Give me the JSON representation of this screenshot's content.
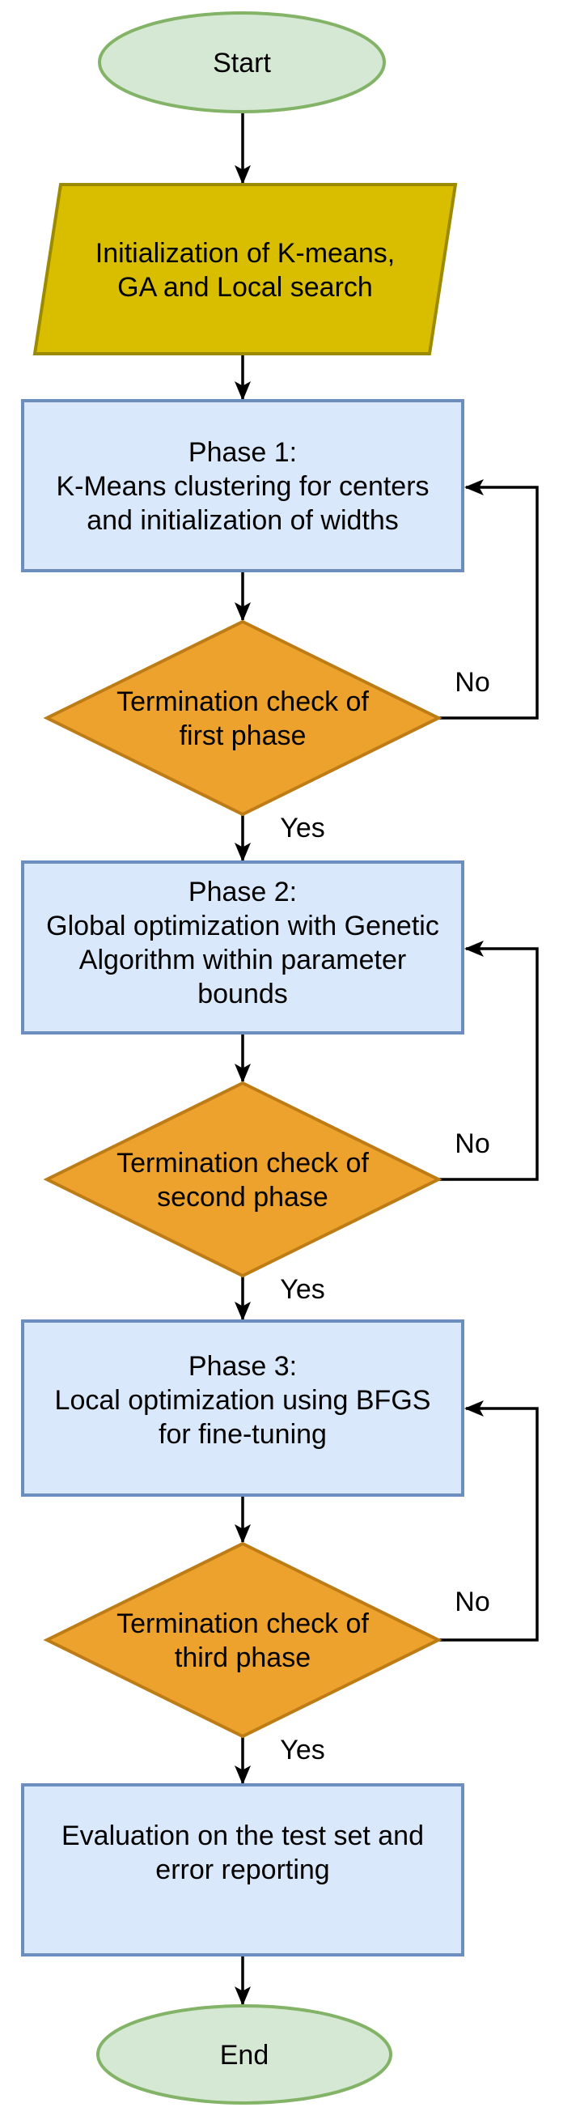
{
  "flowchart": {
    "nodes": {
      "start": {
        "type": "terminator",
        "label": "Start"
      },
      "init": {
        "type": "data-parallelogram",
        "lines": [
          "Initialization of K-means,",
          "GA and Local search"
        ]
      },
      "phase1": {
        "type": "process",
        "lines": [
          "Phase 1:",
          "K-Means clustering for centers",
          "and initialization of widths"
        ]
      },
      "check1": {
        "type": "decision",
        "lines": [
          "Termination check of",
          "first phase"
        ]
      },
      "phase2": {
        "type": "process",
        "lines": [
          "Phase 2:",
          "Global optimization with Genetic",
          "Algorithm within parameter",
          "bounds"
        ]
      },
      "check2": {
        "type": "decision",
        "lines": [
          "Termination check of",
          "second phase"
        ]
      },
      "phase3": {
        "type": "process",
        "lines": [
          "Phase 3:",
          "Local optimization using BFGS",
          "for fine-tuning"
        ]
      },
      "check3": {
        "type": "decision",
        "lines": [
          "Termination check of",
          "third phase"
        ]
      },
      "evaluation": {
        "type": "process",
        "lines": [
          "Evaluation on the test set and",
          "error reporting"
        ]
      },
      "end": {
        "type": "terminator",
        "label": "End"
      }
    },
    "edge_labels": {
      "check1_no": "No",
      "check1_yes": "Yes",
      "check2_no": "No",
      "check2_yes": "Yes",
      "check3_no": "No",
      "check3_yes": "Yes"
    },
    "colors": {
      "terminator_fill": "#D5E8D4",
      "terminator_stroke": "#82B366",
      "process_fill": "#DAE8FC",
      "process_stroke": "#6C8EBF",
      "data_fill": "#D9BE00",
      "data_stroke": "#9C8A00",
      "decision_fill": "#ECA22D",
      "decision_stroke": "#BE7C16",
      "connector": "#000000",
      "text": "#000000"
    }
  }
}
